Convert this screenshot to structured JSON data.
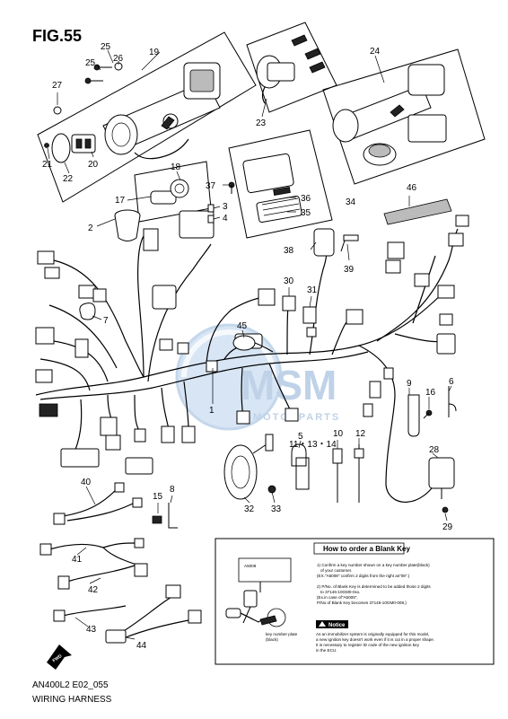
{
  "figure": {
    "title": "FIG.55",
    "code": "AN400L2 E02_055",
    "name": "WIRING HARNESS"
  },
  "callouts": {
    "c1": "1",
    "c2": "2",
    "c3": "3",
    "c4": "4",
    "c5": "5",
    "c6": "6",
    "c7": "7",
    "c8": "8",
    "c9": "9",
    "c10": "10",
    "c12": "12",
    "c15": "15",
    "c16": "16",
    "c17": "17",
    "c18": "18",
    "c19": "19",
    "c20": "20",
    "c21": "21",
    "c22": "22",
    "c23": "23",
    "c24": "24",
    "c25a": "25",
    "c25b": "25",
    "c26": "26",
    "c27": "27",
    "c28": "28",
    "c29": "29",
    "c30": "30",
    "c31": "31",
    "c32": "32",
    "c33": "33",
    "c34": "34",
    "c35": "35",
    "c36": "36",
    "c37": "37",
    "c38": "38",
    "c39": "39",
    "c40": "40",
    "c41": "41",
    "c42": "42",
    "c43": "43",
    "c44": "44",
    "c45": "45",
    "c46": "46",
    "c111314": "11・13・14"
  },
  "info_box": {
    "title": "How to order a Blank Key",
    "key_tag": "A5008",
    "step1": [
      "1) Confirm a key number shown on a key number plate(black)",
      "of your customer.",
      "(EX.\"A5008\" confirm 2 digits from the right as\"08\".)"
    ],
    "step2": [
      "2) P/No. of Blank Key is determined to be added those 2 digits",
      "to 37146-10GM0-0xx.",
      "(Ex.in case of\"A5008\",",
      "P/No.of Blank Key becomes 37146-10GM0-008.)"
    ],
    "plate_label": [
      "key number plate",
      "(black)"
    ],
    "notice_title": "Notice",
    "notice": [
      "As an immobilizer system is originally equipped for this model,",
      "a new ignition key doesn't work even if it is cut in a proper shape.",
      "It is necessary to register ID code of the new ignition key",
      "in the ECU."
    ]
  },
  "fwd_label": "FWD",
  "watermark": {
    "brand": "MSM",
    "sub": "MOTORPARTS"
  }
}
